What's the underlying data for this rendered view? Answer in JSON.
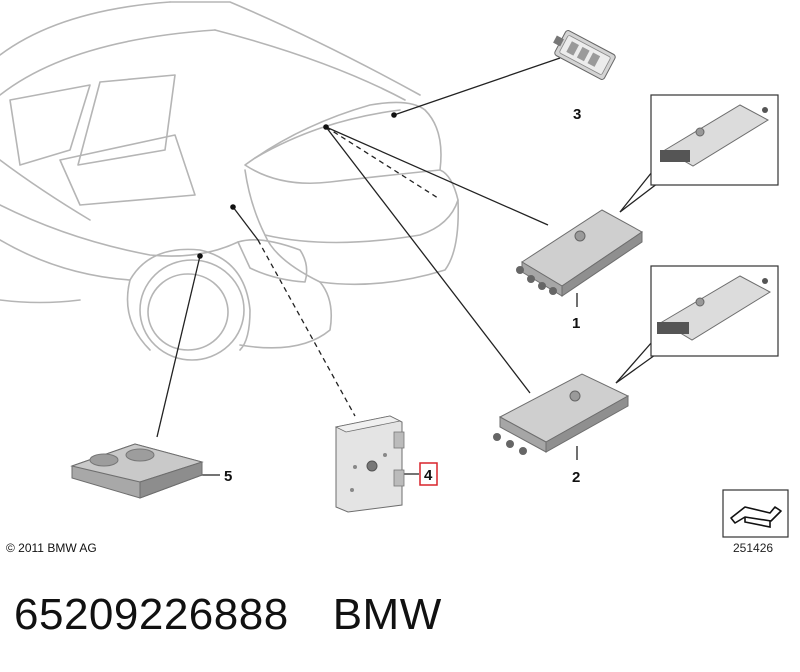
{
  "diagram": {
    "callouts": [
      "1",
      "2",
      "3",
      "4",
      "5"
    ],
    "highlighted_callout": "4",
    "highlight_color": "#d9242b",
    "line_color": "#222222",
    "outline_color": "#b5b5b5",
    "module_color": "#9a9a9a"
  },
  "footer": {
    "copyright": "© 2011 BMW AG",
    "reference_number": "251426"
  },
  "listing": {
    "part_number": "65209226888",
    "brand": "BMW"
  }
}
